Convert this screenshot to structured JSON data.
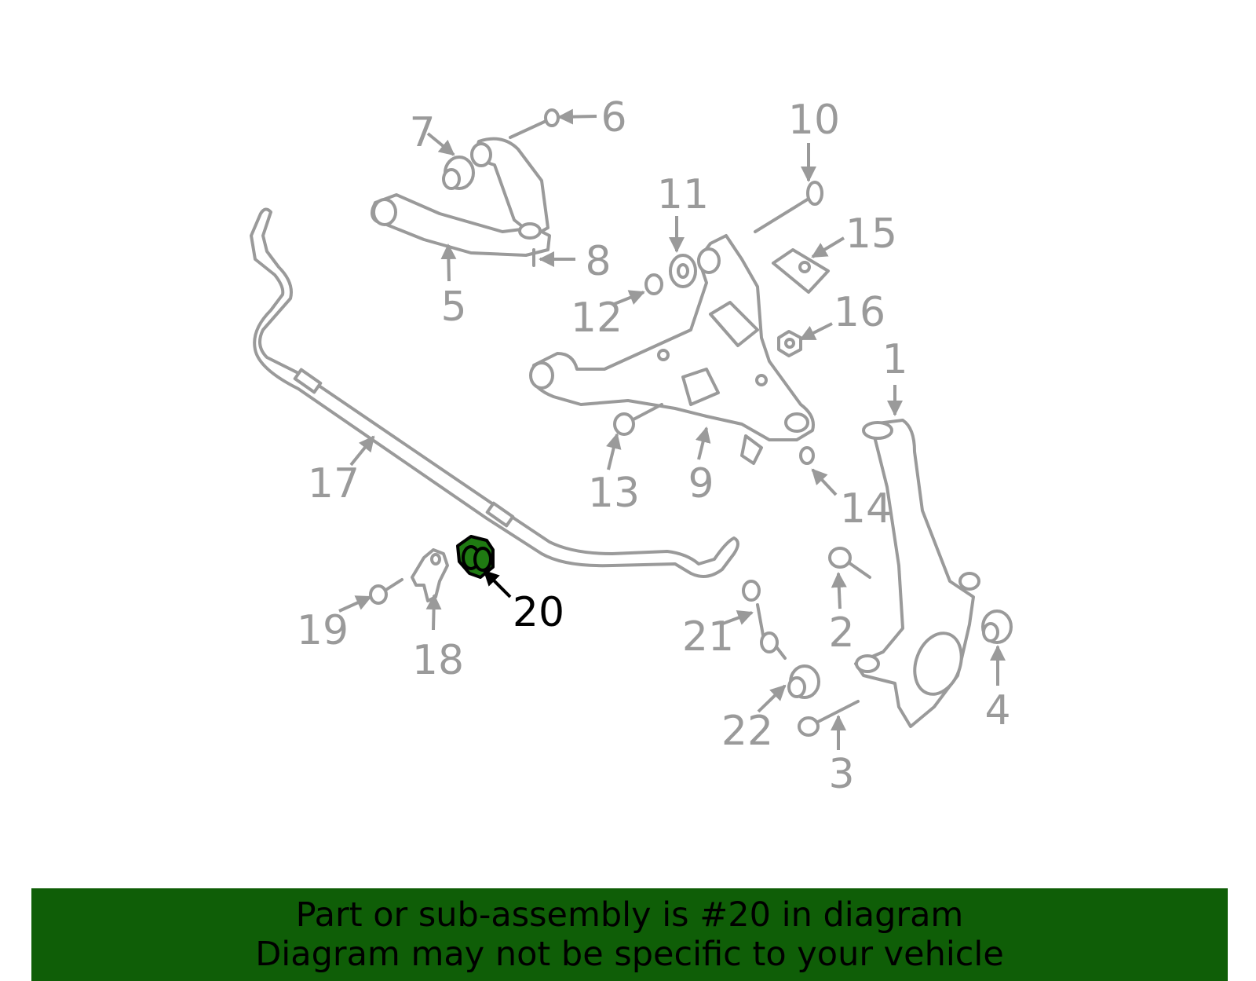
{
  "diagram": {
    "highlight_color": "#1f7a12",
    "part_color": "#9a9a9a",
    "callouts": {
      "c1": "1",
      "c2": "2",
      "c3": "3",
      "c4": "4",
      "c5": "5",
      "c6": "6",
      "c7": "7",
      "c8": "8",
      "c9": "9",
      "c10": "10",
      "c11": "11",
      "c12": "12",
      "c13": "13",
      "c14": "14",
      "c15": "15",
      "c16": "16",
      "c17": "17",
      "c18": "18",
      "c19": "19",
      "c20": "20",
      "c21": "21",
      "c22": "22"
    },
    "highlighted_part": "20"
  },
  "banner": {
    "background": "#0f5e07",
    "line1": "Part or sub-assembly is #20 in diagram",
    "line2": "Diagram may not be specific to your vehicle"
  }
}
